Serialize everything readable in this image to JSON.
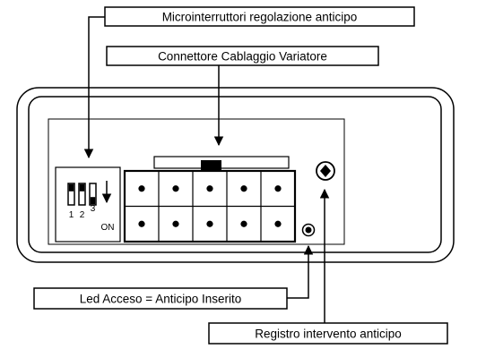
{
  "labels": {
    "dip_switches": "Microinterruttori regolazione anticipo",
    "connector": "Connettore Cablaggio Variatore",
    "led": "Led Acceso = Anticipo Inserito",
    "register": "Registro intervento anticipo"
  },
  "switch_numbers": [
    "1",
    "2",
    "3"
  ],
  "switch_on_label": "ON",
  "connector_layout": {
    "rows": 2,
    "columns": 5
  }
}
